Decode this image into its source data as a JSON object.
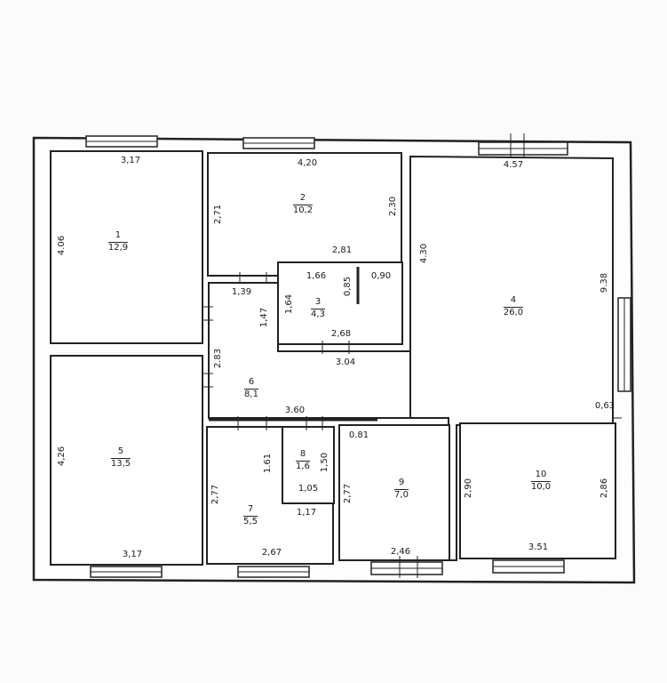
{
  "rooms": [
    {
      "num": "1",
      "area": "12,9"
    },
    {
      "num": "2",
      "area": "10,2"
    },
    {
      "num": "3",
      "area": "4,3"
    },
    {
      "num": "4",
      "area": "26,0"
    },
    {
      "num": "5",
      "area": "13,5"
    },
    {
      "num": "6",
      "area": "8,1"
    },
    {
      "num": "7",
      "area": "5,5"
    },
    {
      "num": "8",
      "area": "1,6"
    },
    {
      "num": "9",
      "area": "7,0"
    },
    {
      "num": "10",
      "area": "10,0"
    }
  ],
  "dims": {
    "d317_top": "3,17",
    "d406": "4.06",
    "d420": "4,20",
    "d271": "2,71",
    "d230": "2,30",
    "d281": "2,81",
    "d457": "4.57",
    "d430": "4.30",
    "d938": "9.38",
    "d166": "1,66",
    "d085": "0,85",
    "d090": "0,90",
    "d164": "1,64",
    "d268": "2,68",
    "d304": "3.04",
    "d139": "1,39",
    "d147": "1,47",
    "d283": "2.83",
    "d360": "3.60",
    "d081": "0.81",
    "d063": "0,63",
    "d426": "4,26",
    "d317_bot": "3,17",
    "d161": "1.61",
    "d150": "1,50",
    "d105": "1,05",
    "d277a": "2,77",
    "d117": "1,17",
    "d267": "2,67",
    "d277b": "2,77",
    "d246": "2,46",
    "d290": "2,90",
    "d286": "2,86",
    "d351": "3.51"
  }
}
